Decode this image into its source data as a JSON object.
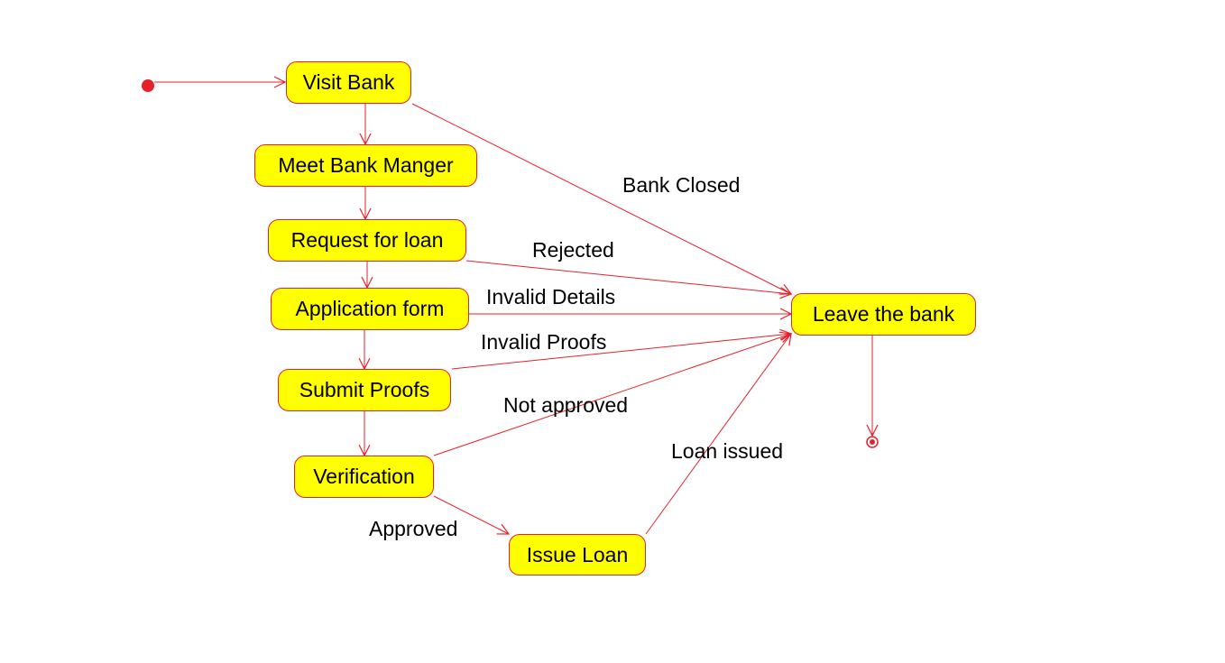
{
  "diagram": {
    "type": "uml-activity-diagram",
    "colors": {
      "node_fill": "#ffff00",
      "node_border": "#e8202a",
      "edge": "#e8202a",
      "start_marker": "#e8202a",
      "end_marker": "#e8202a",
      "text": "#000000"
    },
    "nodes": {
      "visit_bank": "Visit Bank",
      "meet_manager": "Meet Bank Manger",
      "request_loan": "Request for loan",
      "application_form": "Application form",
      "submit_proofs": "Submit Proofs",
      "verification": "Verification",
      "issue_loan": "Issue Loan",
      "leave_bank": "Leave the bank"
    },
    "edge_labels": {
      "bank_closed": "Bank Closed",
      "rejected": "Rejected",
      "invalid_details": "Invalid Details",
      "invalid_proofs": "Invalid Proofs",
      "not_approved": "Not approved",
      "loan_issued": "Loan issued",
      "approved": "Approved"
    },
    "edges": [
      {
        "from": "start",
        "to": "visit_bank",
        "label": ""
      },
      {
        "from": "visit_bank",
        "to": "meet_manager",
        "label": ""
      },
      {
        "from": "meet_manager",
        "to": "request_loan",
        "label": ""
      },
      {
        "from": "request_loan",
        "to": "application_form",
        "label": ""
      },
      {
        "from": "application_form",
        "to": "submit_proofs",
        "label": ""
      },
      {
        "from": "submit_proofs",
        "to": "verification",
        "label": ""
      },
      {
        "from": "verification",
        "to": "issue_loan",
        "label": "Approved"
      },
      {
        "from": "visit_bank",
        "to": "leave_bank",
        "label": "Bank Closed"
      },
      {
        "from": "request_loan",
        "to": "leave_bank",
        "label": "Rejected"
      },
      {
        "from": "application_form",
        "to": "leave_bank",
        "label": "Invalid Details"
      },
      {
        "from": "submit_proofs",
        "to": "leave_bank",
        "label": "Invalid Proofs"
      },
      {
        "from": "verification",
        "to": "leave_bank",
        "label": "Not approved"
      },
      {
        "from": "issue_loan",
        "to": "leave_bank",
        "label": "Loan issued"
      },
      {
        "from": "leave_bank",
        "to": "end",
        "label": ""
      }
    ]
  }
}
